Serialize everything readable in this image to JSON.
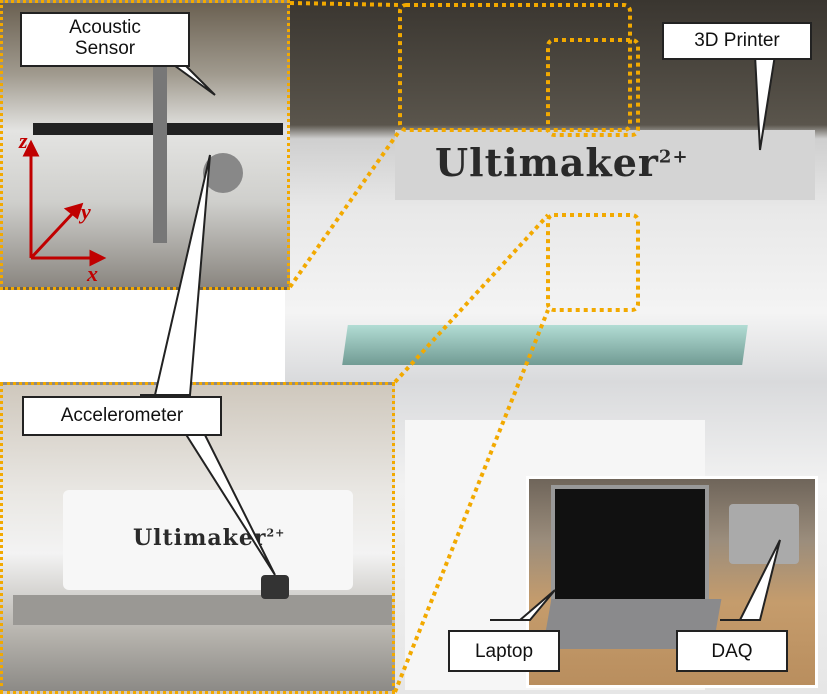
{
  "labels": {
    "acoustic_sensor": "Acoustic\nSensor",
    "printer": "3D Printer",
    "accelerometer": "Accelerometer",
    "laptop": "Laptop",
    "daq": "DAQ"
  },
  "axes": {
    "z": "z",
    "y": "y",
    "x": "x"
  },
  "logo": {
    "brand": "Ultimaker",
    "model": "2+"
  },
  "colors": {
    "highlight": "#f2a900",
    "axis": "#c00000"
  }
}
